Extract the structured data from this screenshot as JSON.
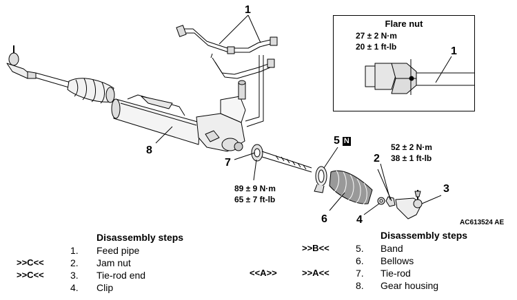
{
  "diagram": {
    "inset": {
      "title": "Flare nut",
      "torque_metric": "27 ± 2 N·m",
      "torque_imperial": "20 ± 1 ft-lb",
      "callout": "1"
    },
    "callouts": {
      "c1": "1",
      "c2": "2",
      "c3": "3",
      "c4": "4",
      "c5": "5",
      "c5_badge": "N",
      "c6": "6",
      "c7": "7",
      "c8": "8"
    },
    "torques": {
      "tie_rod_end_metric": "52 ± 2 N·m",
      "tie_rod_end_imperial": "38 ± 1 ft-lb",
      "tie_rod_metric": "89 ± 9 N·m",
      "tie_rod_imperial": "65 ± 7 ft-lb"
    },
    "figure_code": "AC613524 AE"
  },
  "steps_left": {
    "title": "Disassembly steps",
    "items": [
      {
        "mark": "",
        "no": "1.",
        "text": "Feed pipe"
      },
      {
        "mark": ">>C<<",
        "no": "2.",
        "text": "Jam nut"
      },
      {
        "mark": ">>C<<",
        "no": "3.",
        "text": "Tie-rod end"
      },
      {
        "mark": "",
        "no": "4.",
        "text": "Clip"
      }
    ]
  },
  "steps_right": {
    "title": "Disassembly steps",
    "items": [
      {
        "mark_a": "",
        "mark_b": ">>B<<",
        "no": "5.",
        "text": "Band"
      },
      {
        "mark_a": "",
        "mark_b": "",
        "no": "6.",
        "text": "Bellows"
      },
      {
        "mark_a": "<<A>>",
        "mark_b": ">>A<<",
        "no": "7.",
        "text": "Tie-rod"
      },
      {
        "mark_a": "",
        "mark_b": "",
        "no": "8.",
        "text": "Gear housing"
      }
    ]
  }
}
